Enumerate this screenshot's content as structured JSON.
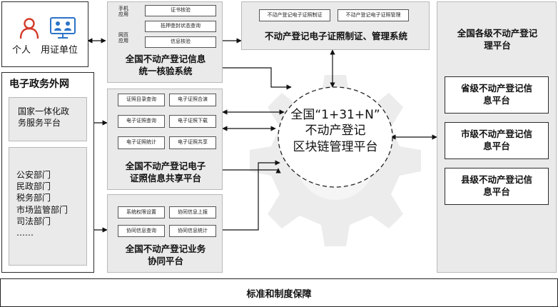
{
  "users": {
    "person_label": "个人",
    "org_label": "用证单位"
  },
  "verify": {
    "title_lines": [
      "全国不动产登记信息",
      "统一核验系统"
    ],
    "mobile_label_lines": [
      "手机",
      "应用"
    ],
    "web_label_lines": [
      "网页",
      "应用"
    ],
    "buttons": [
      "证书核验",
      "抵押查封状态查询",
      "信息核验"
    ]
  },
  "license_system": {
    "title": "不动产登记电子证照制证、管理系统",
    "buttons": [
      "不动产登记电子证照制证",
      "不动产登记电子证照管理"
    ]
  },
  "gov_net": {
    "title": "电子政务外网",
    "service_lines": [
      "国家一体化政",
      "务服务平台"
    ],
    "departments": [
      "公安部门",
      "民政部门",
      "税务部门",
      "市场监管部门",
      "司法部门",
      "……"
    ]
  },
  "share": {
    "title_lines": [
      "全国不动产登记电子",
      "证照信息共享平台"
    ],
    "buttons": [
      "证照目录查询",
      "电子证照合演",
      "电子证照查询",
      "电子证照下载",
      "电子证照统计",
      "电子证照共享"
    ]
  },
  "collab": {
    "title_lines": [
      "全国不动产登记业务",
      "协同平台"
    ],
    "buttons": [
      "系统权限设置",
      "协同信息上报",
      "协同信息查询",
      "协同信息统计"
    ]
  },
  "hub": {
    "lines": [
      "全国“1+31+N”",
      "不动产登记",
      "区块链管理平台"
    ]
  },
  "levels": {
    "title_lines": [
      "全国各级不动产登记",
      "理平台"
    ],
    "items": [
      [
        "省级不动产登记信",
        "息平台"
      ],
      [
        "市级不动产登记信",
        "息平台"
      ],
      [
        "县级不动产登记信",
        "息平台"
      ]
    ]
  },
  "footer": {
    "label": "标准和制度保障"
  }
}
